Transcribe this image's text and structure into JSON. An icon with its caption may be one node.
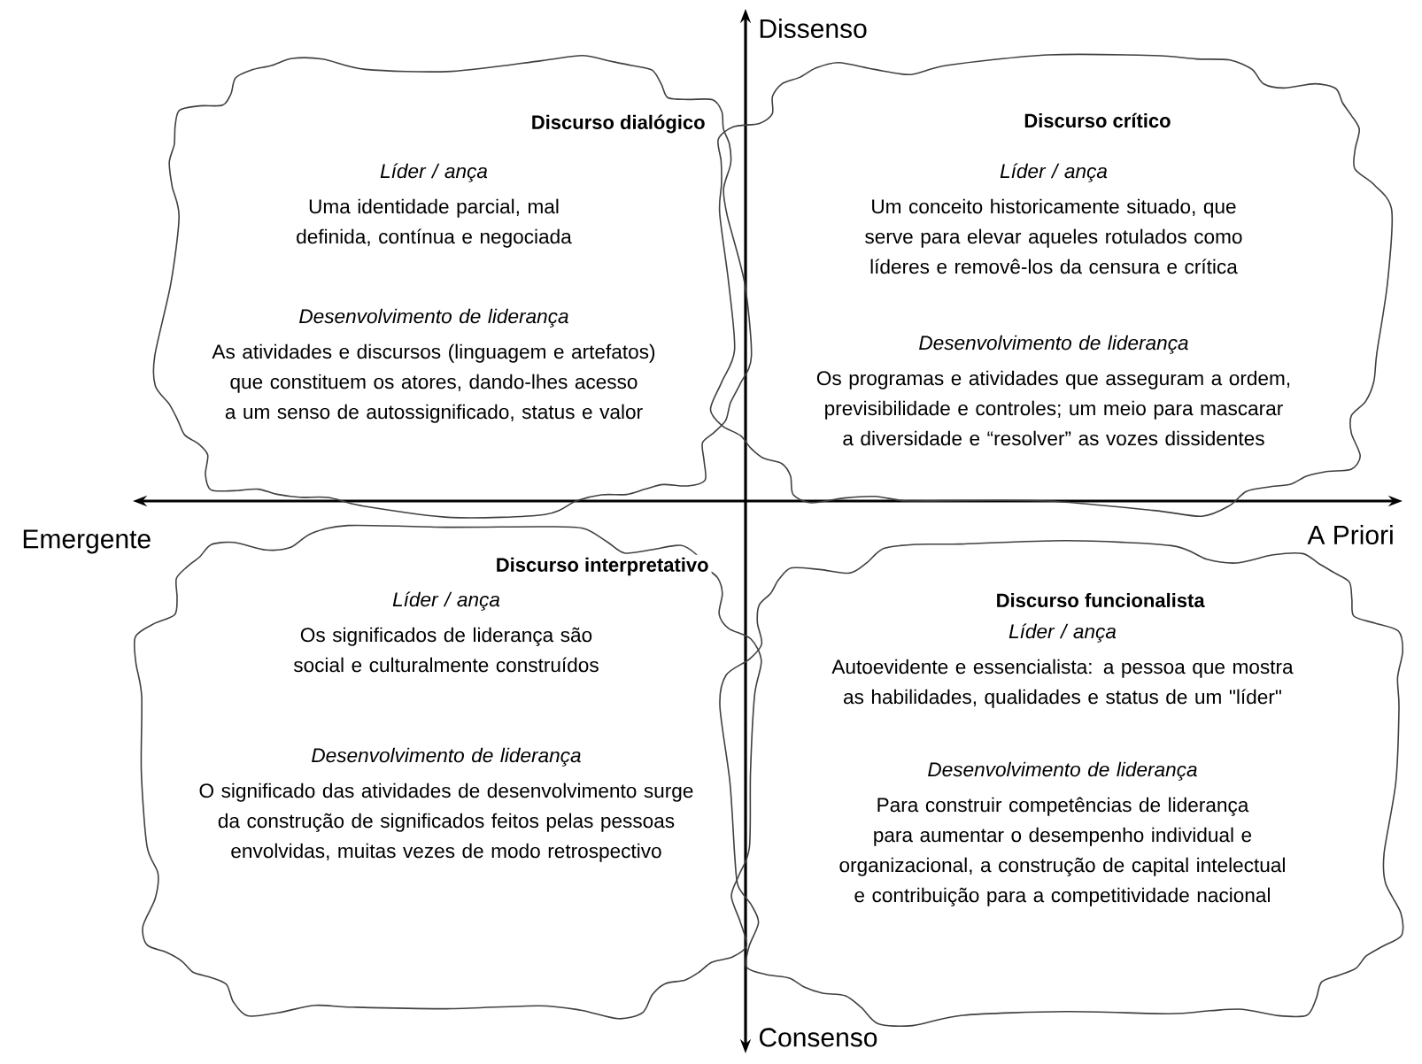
{
  "diagram": {
    "nodes": [
      {
        "text": [
          "Discurso dialógico",
          "Líder / ança",
          "Uma identidade parcial, mal definida, contínua e negociada",
          "Desenvolvimento de liderança",
          "As atividades e discursos (linguagem e artefatos) que constituem os atores, dando-lhes acesso a um senso de autossignificado, status e valor"
        ]
      },
      {
        "text": [
          "Discurso crítico",
          "Líder / ança",
          "Um conceito historicamente situado, que serve para elevar aqueles rotulados como líderes e removê-los da censura e crítica",
          "Desenvolvimento de liderança",
          "Os programas e atividades que asseguram a ordem, previsibilidade e controles; um meio para mascarar a diversidade e “resolver” as vozes dissidentes"
        ]
      },
      {
        "text": [
          "Discurso interpretativo",
          "Líder / ança",
          "Os significados de liderança são social e culturalmente construídos",
          "Desenvolvimento de liderança",
          "O significado das atividades de desenvolvimento surge da construção de significados feitos pelas pessoas envolvidas, muitas vezes de modo retrospectivo"
        ]
      },
      {
        "text": [
          "Discurso funcionalista",
          "Líder / ança",
          "Autoevidente e essencialista: a pessoa que mostra as habilidades, qualidades e status de um \"líder\"",
          "Desenvolvimento de liderança",
          "Para construir competências de liderança para aumentar o desempenho individual e organizacional, a construção de capital intelectual e contribuição para a competitividade nacional"
        ]
      }
    ],
    "labels": [
      "Dissenso",
      "Emergente",
      "A Priori",
      "Consenso"
    ]
  }
}
